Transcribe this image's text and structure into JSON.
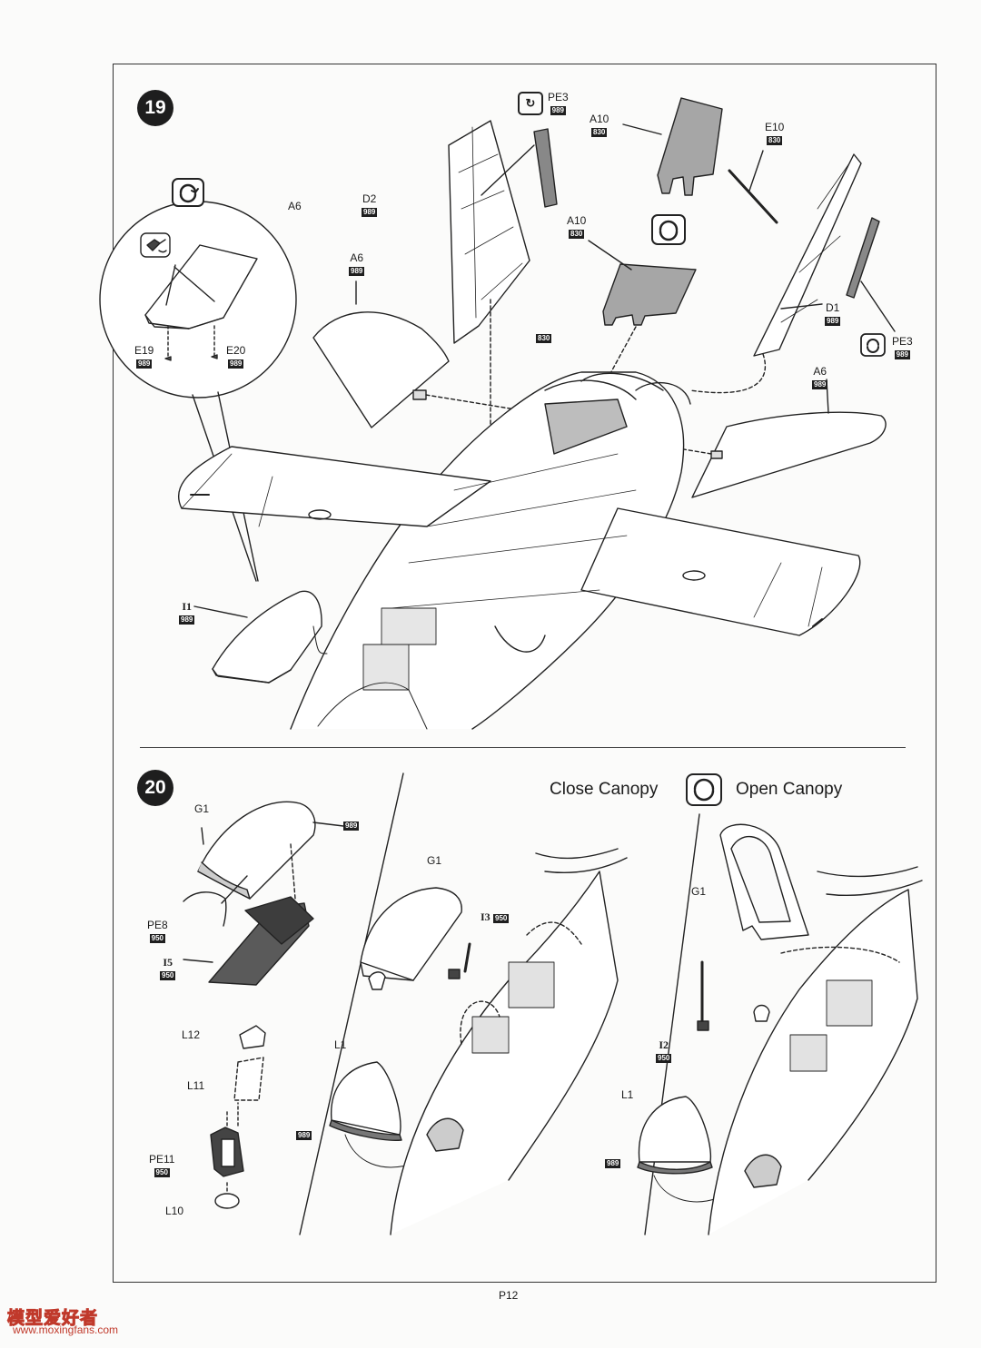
{
  "page_number": "P12",
  "step19": {
    "number": "19",
    "parts": {
      "a6_top": "A6",
      "d2": {
        "name": "D2",
        "code": "989"
      },
      "a6_left": {
        "name": "A6",
        "code": "989"
      },
      "pe3_top": {
        "name": "PE3",
        "code": "989"
      },
      "a10_top": {
        "name": "A10",
        "code": "830"
      },
      "a10_mid": {
        "name": "A10",
        "code": "830"
      },
      "e10": {
        "name": "E10",
        "code": "830"
      },
      "code_830_body": "830",
      "d1": {
        "name": "D1",
        "code": "989"
      },
      "pe3_right": {
        "name": "PE3",
        "code": "989"
      },
      "a6_right": {
        "name": "A6",
        "code": "989"
      },
      "e19": {
        "name": "E19",
        "code": "989"
      },
      "e20": {
        "name": "E20",
        "code": "989"
      },
      "i1": {
        "name": "I1",
        "code": "989"
      }
    }
  },
  "step20": {
    "number": "20",
    "close_canopy": "Close Canopy",
    "open_canopy": "Open Canopy",
    "parts": {
      "g1_a": {
        "name": "G1",
        "code": "989"
      },
      "pe8": {
        "name": "PE8",
        "code": "950"
      },
      "i5": {
        "name": "I5",
        "code": "950"
      },
      "l12": "L12",
      "l11": "L11",
      "pe11": {
        "name": "PE11",
        "code": "950"
      },
      "l10": "L10",
      "g1_b": "G1",
      "i3": {
        "name": "I3",
        "code": "950"
      },
      "l1_b": {
        "name": "L1",
        "code": "989"
      },
      "g1_c": "G1",
      "i2": {
        "name": "I2",
        "code": "950"
      },
      "l1_c": {
        "name": "L1",
        "code": "989"
      }
    }
  },
  "watermark": {
    "brand": "模型爱好者",
    "url": "www.moxingfans.com"
  },
  "colors": {
    "code_badge": "#1e1e1e",
    "part_fill": "#9a9a9a"
  },
  "icons": [
    "flip-over-icon",
    "glue-icon"
  ]
}
